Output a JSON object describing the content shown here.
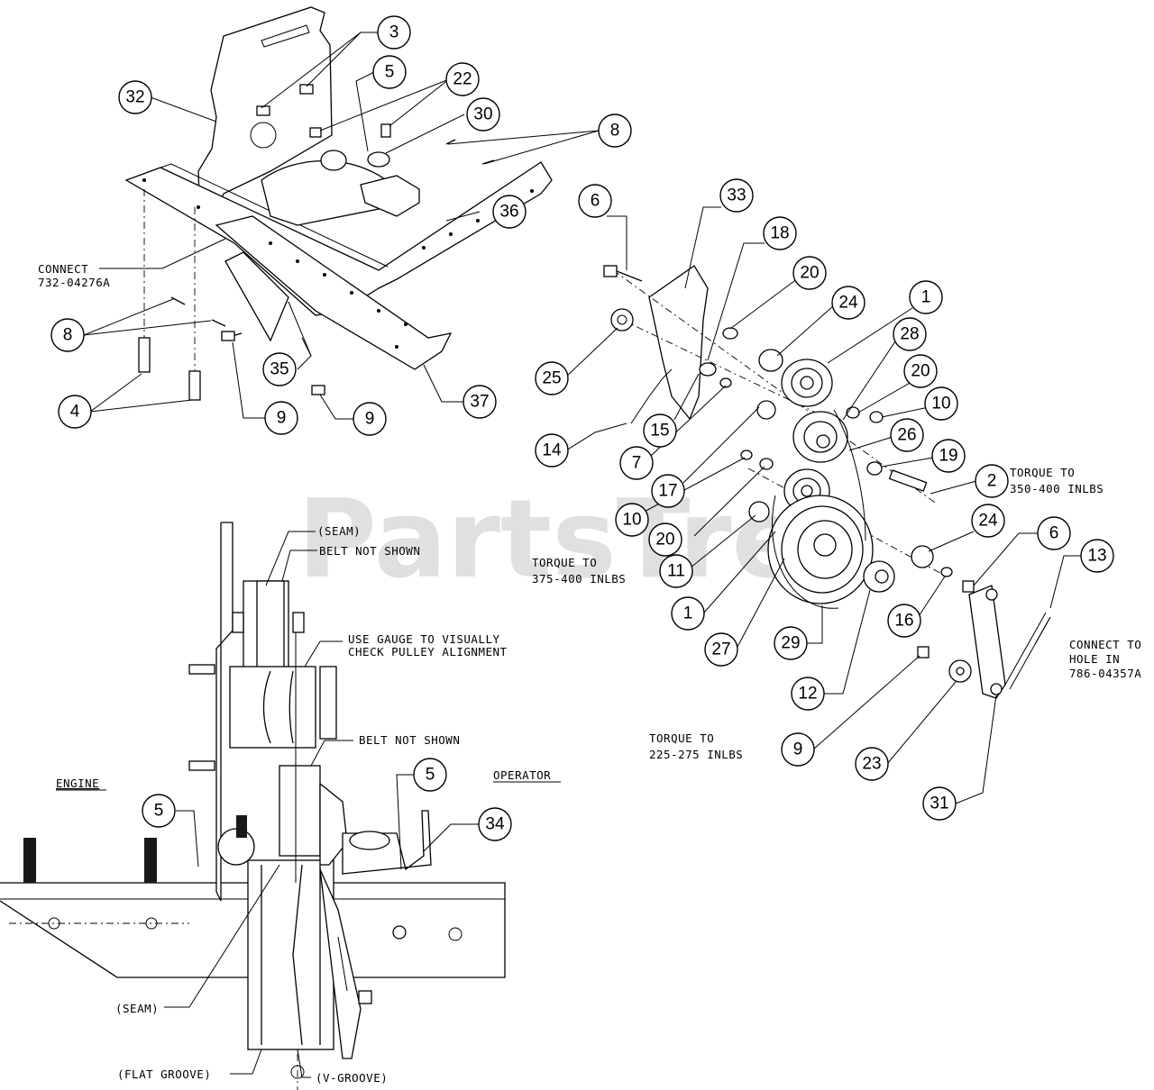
{
  "watermark": "PartsTree",
  "callouts": [
    "3",
    "5",
    "22",
    "30",
    "8",
    "32",
    "36",
    "6",
    "33",
    "18",
    "20",
    "24",
    "1",
    "28",
    "20",
    "10",
    "26",
    "19",
    "2",
    "24",
    "6",
    "13",
    "16",
    "25",
    "15",
    "14",
    "7",
    "17",
    "10",
    "20",
    "11",
    "1",
    "27",
    "29",
    "12",
    "9",
    "23",
    "31",
    "8",
    "4",
    "9",
    "35",
    "9",
    "37",
    "5",
    "5",
    "34"
  ],
  "notes": {
    "connect_732_l1": "CONNECT",
    "connect_732_l2": "732-04276A",
    "torque_350_l1": "TORQUE TO",
    "torque_350_l2": "350-400 INLBS",
    "torque_375_l1": "TORQUE TO",
    "torque_375_l2": "375-400 INLBS",
    "connect_786_l1": "CONNECT TO",
    "connect_786_l2": "HOLE IN",
    "connect_786_l3": "786-04357A",
    "torque_225_l1": "TORQUE TO",
    "torque_225_l2": "225-275 INLBS",
    "seam_top": "(SEAM)",
    "belt_not_shown_top": "BELT NOT SHOWN",
    "use_gauge_l1": "USE GAUGE TO VISUALLY",
    "use_gauge_l2": "CHECK PULLEY ALIGNMENT",
    "belt_not_shown_mid": "BELT NOT SHOWN",
    "engine": "ENGINE",
    "operator": "OPERATOR",
    "seam_bottom": "(SEAM)",
    "flat_groove": "(FLAT GROOVE)",
    "v_groove": "(V-GROOVE)"
  }
}
